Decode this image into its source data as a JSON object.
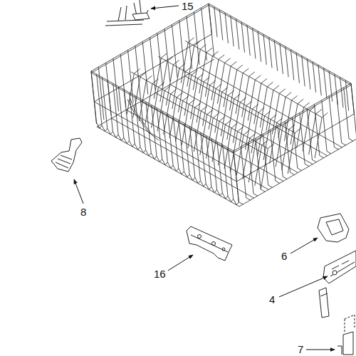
{
  "diagram": {
    "labels": [
      "15",
      "8",
      "6",
      "16",
      "4",
      "7"
    ]
  }
}
